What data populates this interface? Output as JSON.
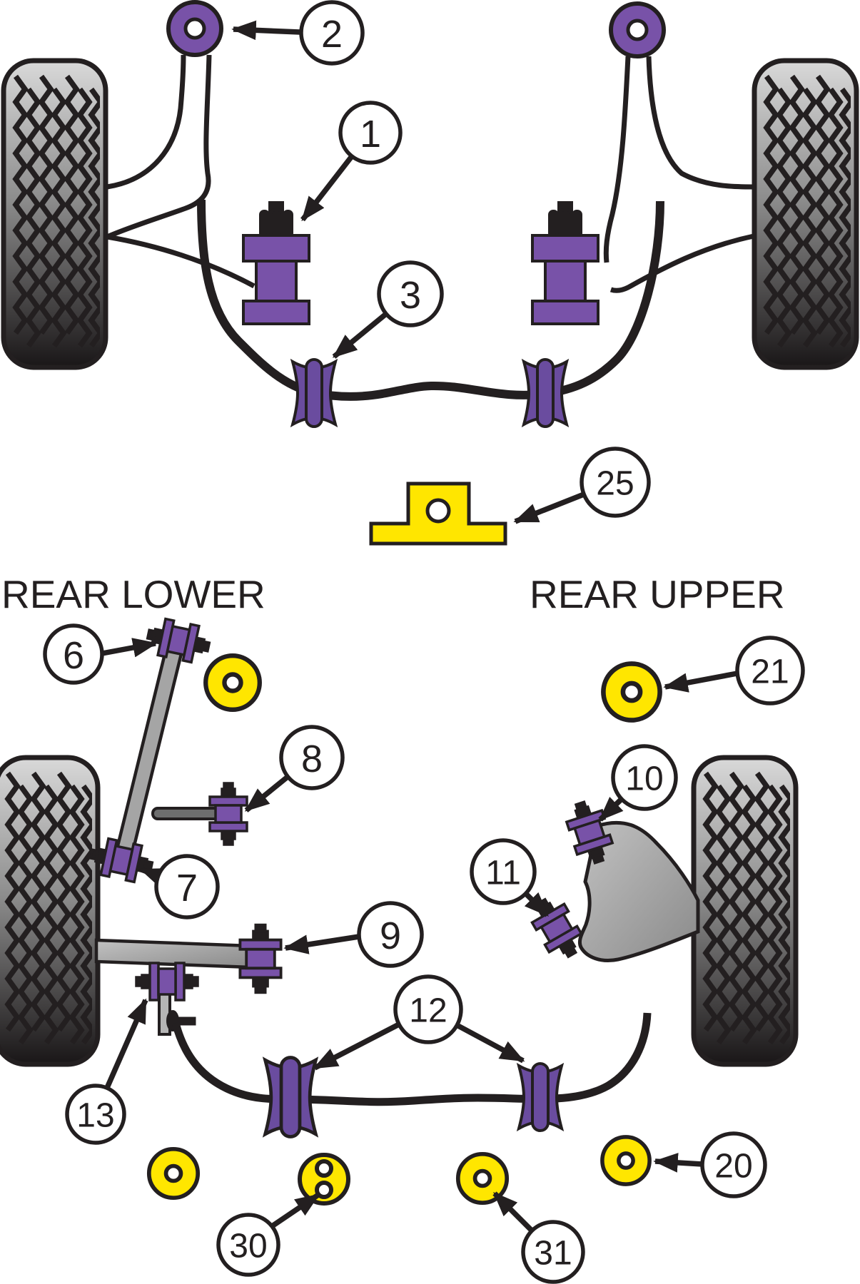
{
  "sections": {
    "rear_lower_title": "REAR LOWER",
    "rear_upper_title": "REAR UPPER"
  },
  "callouts": {
    "c1": "1",
    "c2": "2",
    "c3": "3",
    "c6": "6",
    "c7": "7",
    "c8": "8",
    "c9": "9",
    "c10": "10",
    "c11": "11",
    "c12": "12",
    "c13": "13",
    "c20": "20",
    "c21": "21",
    "c25": "25",
    "c30": "30",
    "c31": "31"
  },
  "colors": {
    "line": "#231f20",
    "purple": "#7852a8",
    "purple_dark": "#6a4c9f",
    "yellow": "#ffe600",
    "arm_gray": "#a5a5a5"
  }
}
